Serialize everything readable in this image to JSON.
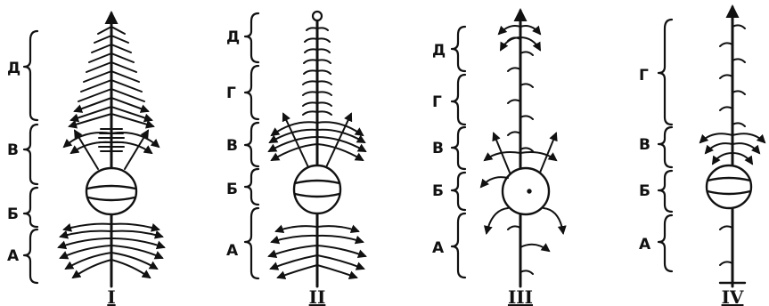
{
  "panels": [
    {
      "numeral": "I",
      "sections": [
        "Д",
        "В",
        "Б",
        "А"
      ]
    },
    {
      "numeral": "II",
      "sections": [
        "Д",
        "Г",
        "В",
        "Б",
        "А"
      ]
    },
    {
      "numeral": "III",
      "sections": [
        "Д",
        "Г",
        "В",
        "Б",
        "А"
      ]
    },
    {
      "numeral": "IV",
      "sections": [
        "Г",
        "В",
        "Б",
        "А"
      ]
    }
  ]
}
